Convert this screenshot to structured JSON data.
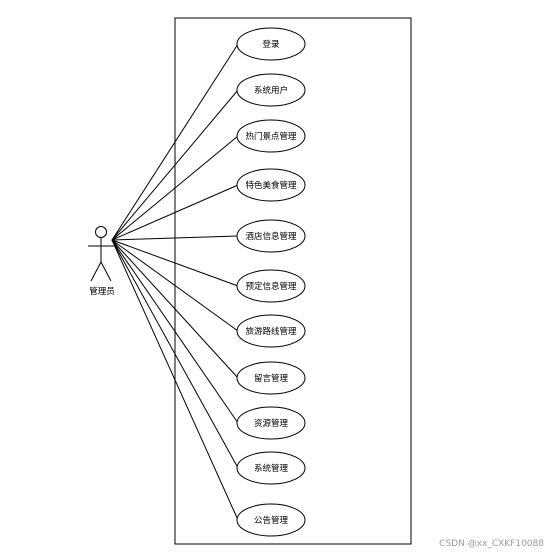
{
  "actor": {
    "label": "管理员"
  },
  "use_cases": [
    "登录",
    "系统用户",
    "热门景点管理",
    "特色美食管理",
    "酒店信息管理",
    "预定信息管理",
    "旅游路线管理",
    "留言管理",
    "资源管理",
    "系统管理",
    "公告管理"
  ],
  "watermark": "CSDN @xx_CXKF10088"
}
